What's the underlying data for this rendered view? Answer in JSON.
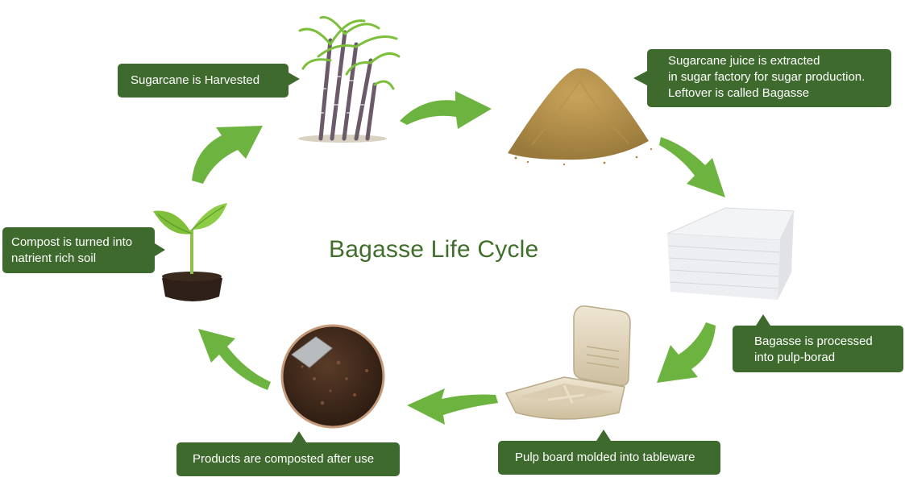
{
  "diagram": {
    "title": "Bagasse Life Cycle",
    "steps": [
      {
        "lines": [
          "Sugarcane is Harvested"
        ],
        "image": "sugarcane-plant"
      },
      {
        "lines": [
          "Sugarcane juice is extracted",
          "in sugar factory for sugar production.",
          "Leftover is called Bagasse"
        ],
        "image": "bagasse-pile"
      },
      {
        "lines": [
          "Bagasse is processed",
          "into pulp-borad"
        ],
        "image": "pulp-board-stack"
      },
      {
        "lines": [
          "Pulp board molded into tableware"
        ],
        "image": "clamshell-container"
      },
      {
        "lines": [
          "Products are composted after use"
        ],
        "image": "compost-soil"
      },
      {
        "lines": [
          "Compost is turned into",
          "natrient rich soil"
        ],
        "image": "seedling-sprout"
      }
    ]
  },
  "colors": {
    "callout_bg": "#3e6b2d",
    "arrow": "#6db33f",
    "title": "#3f6f2a"
  }
}
